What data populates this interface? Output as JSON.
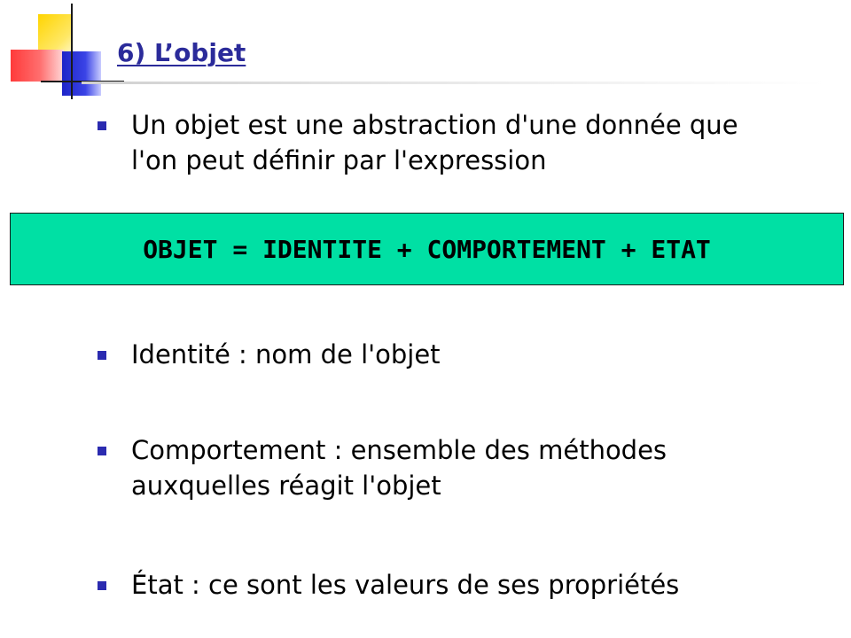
{
  "slide": {
    "title": "6) L’objet",
    "bullets": [
      {
        "line1": "Un objet est une abstraction d'une donnée que",
        "line2": "l'on peut définir par l'expression"
      },
      {
        "line1": "Identité : nom de l'objet"
      },
      {
        "line1": "Comportement : ensemble des méthodes",
        "line2": "auxquelles réagit l'objet"
      },
      {
        "line1": "État : ce sont les valeurs de ses propriétés"
      }
    ],
    "formula": "OBJET = IDENTITE + COMPORTEMENT + ETAT"
  },
  "colors": {
    "title": "#2b2b9a",
    "bullet_marker": "#2b2bb0",
    "formula_background": "#00e0a4"
  },
  "icons": {
    "logo": "colored-squares-logo",
    "bullet": "square-bullet-icon"
  }
}
